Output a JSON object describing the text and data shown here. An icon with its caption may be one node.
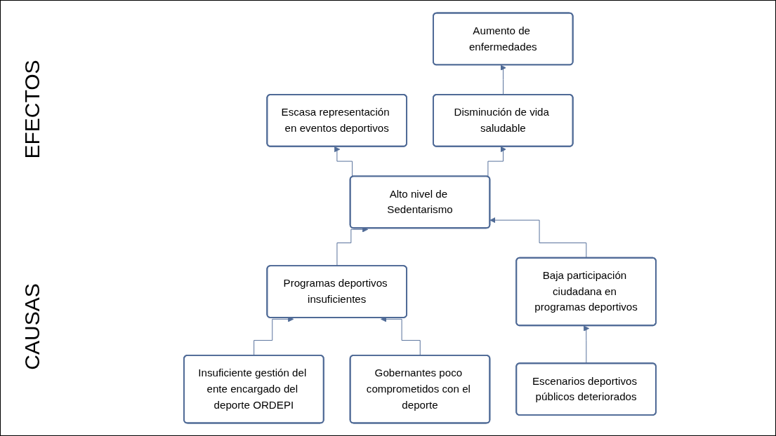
{
  "diagram": {
    "nodes": [
      {
        "text": [
          "Aumento de enfermedades"
        ]
      },
      {
        "text": [
          "Escasa representación en eventos deportivos"
        ]
      },
      {
        "text": [
          "Disminución de vida saludable"
        ]
      },
      {
        "text": [
          "Alto nivel de Sedentarismo"
        ]
      },
      {
        "text": [
          "Programas deportivos insuficientes"
        ]
      },
      {
        "text": [
          "Baja participación ciudadana en programas deportivos"
        ]
      },
      {
        "text": [
          "Insuficiente gestión del ente encargado del deporte ORDEPI"
        ]
      },
      {
        "text": [
          "Gobernantes poco comprometidos con el deporte"
        ]
      },
      {
        "text": [
          "Escenarios deportivos públicos deteriorados"
        ]
      }
    ],
    "edges": [
      {
        "from": 3,
        "to": 1,
        "arrow": "to"
      },
      {
        "from": 3,
        "to": 2,
        "arrow": "to"
      },
      {
        "from": 2,
        "to": 0,
        "arrow": "to"
      },
      {
        "from": 4,
        "to": 3,
        "arrow": "to"
      },
      {
        "from": 5,
        "to": 3,
        "arrow": "to"
      },
      {
        "from": 6,
        "to": 4,
        "arrow": "to"
      },
      {
        "from": 7,
        "to": 4,
        "arrow": "to"
      },
      {
        "from": 8,
        "to": 5,
        "arrow": "to"
      }
    ],
    "labels": [
      "EFECTOS",
      "CAUSAS"
    ]
  }
}
